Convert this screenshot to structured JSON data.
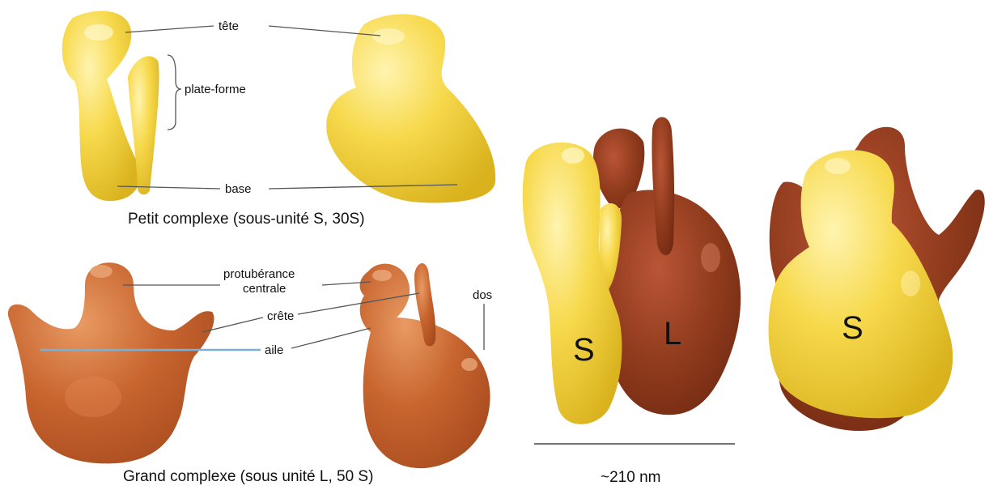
{
  "labels": {
    "tete": "tête",
    "plate_forme": "plate-forme",
    "base": "base",
    "protuberance_line1": "protubérance",
    "protuberance_line2": "centrale",
    "crete": "crête",
    "aile": "aile",
    "dos": "dos"
  },
  "captions": {
    "small": "Petit complexe (sous-unité S, 30S)",
    "large": "Grand complexe (sous unité L, 50 S)"
  },
  "assembled": {
    "s_letter": "S",
    "l_letter": "L",
    "scale": "~210 nm"
  },
  "colors": {
    "small_subunit": "#f5d64a",
    "large_subunit_light": "#c8652f",
    "large_subunit_dark": "#8a3418"
  }
}
